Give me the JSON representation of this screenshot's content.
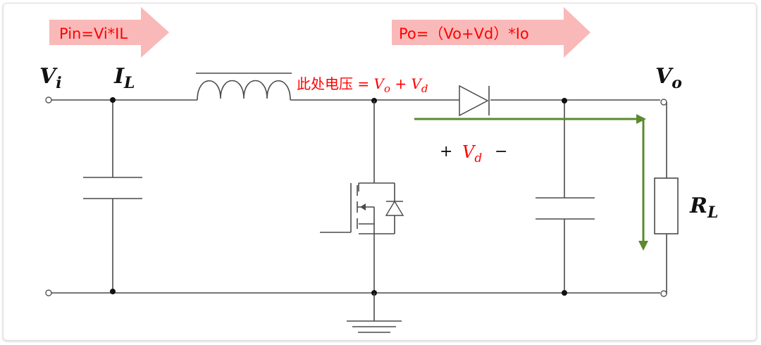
{
  "power_arrows": {
    "input": "Pin=Vi*IL",
    "output": "Po=（Vo+Vd）*Io"
  },
  "labels": {
    "vi": {
      "main": "V",
      "sub": "i"
    },
    "il": {
      "main": "I",
      "sub": "L"
    },
    "vo": {
      "main": "V",
      "sub": "o"
    },
    "rl": {
      "main": "R",
      "sub": "L"
    }
  },
  "node_voltage": {
    "prefix": "此处电压 = ",
    "v1": "V",
    "v1_sub": "o",
    "plus": " + ",
    "v2": "V",
    "v2_sub": "d"
  },
  "diode_drop": {
    "plus": "+",
    "v": "V",
    "v_sub": "d",
    "minus": "−"
  },
  "colors": {
    "arrow_fill": "#f9b9b9",
    "arrow_text": "#ff0000",
    "current_arrow": "#5a8a2e",
    "wire": "#4a4a4a"
  }
}
